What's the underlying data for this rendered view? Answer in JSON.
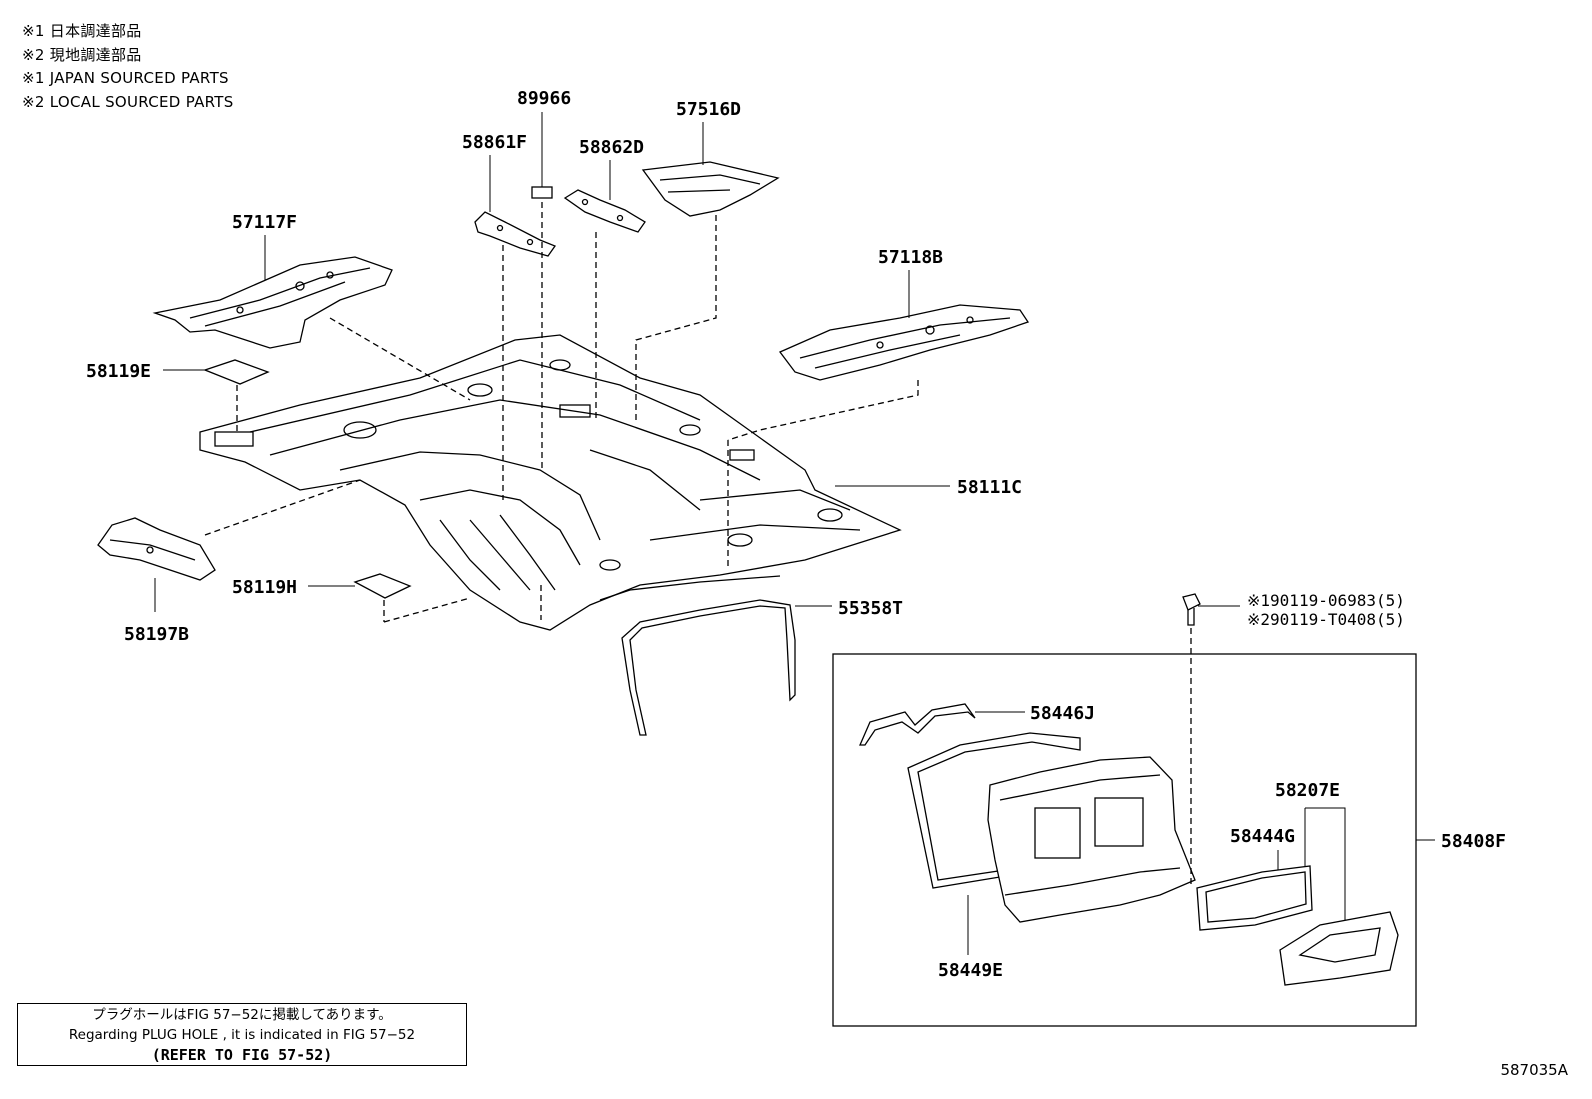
{
  "legend": {
    "lines": [
      "※1 日本調達部品",
      "※2 現地調達部品",
      "※1 JAPAN SOURCED PARTS",
      "※2 LOCAL SOURCED PARTS"
    ]
  },
  "parts": {
    "p89966": "89966",
    "p57516D": "57516D",
    "p58861F": "58861F",
    "p58862D": "58862D",
    "p57117F": "57117F",
    "p57118B": "57118B",
    "p58119E": "58119E",
    "p58111C": "58111C",
    "p58197B": "58197B",
    "p58119H": "58119H",
    "p55358T": "55358T",
    "p58446J": "58446J",
    "p58207E": "58207E",
    "p58444G": "58444G",
    "p58408F": "58408F",
    "p58449E": "58449E"
  },
  "bolt_refs": {
    "ref1": "※190119-06983(5)",
    "ref2": "※290119-T0408(5)"
  },
  "note": {
    "jp": "プラグホールはFIG 57−52に掲載してあります。",
    "en": "Regarding  PLUG  HOLE , it is indicated in FIG  57−52",
    "refer": "(REFER TO FIG 57-52)"
  },
  "figure_id": "587035A"
}
